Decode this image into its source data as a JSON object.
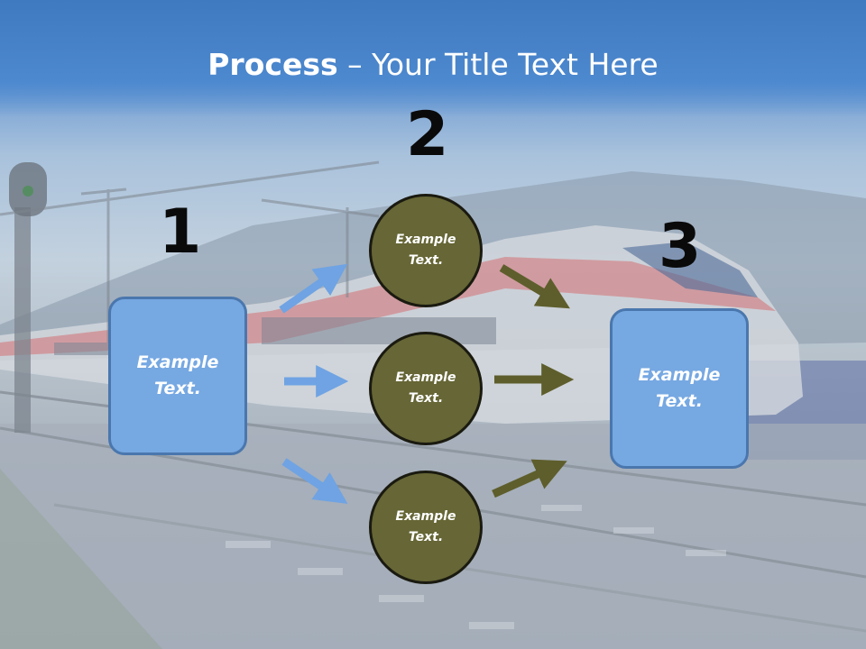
{
  "title": {
    "bold": "Process",
    "rest": " – Your Title Text Here"
  },
  "steps": {
    "one": {
      "number": "1",
      "text": "Example Text."
    },
    "two": {
      "number": "2",
      "circles": [
        "Example Text.",
        "Example Text.",
        "Example Text."
      ]
    },
    "three": {
      "number": "3",
      "text": "Example Text."
    }
  },
  "colors": {
    "title_band": "#4a86cc",
    "box_fill": "#76a8e2",
    "box_border": "#4a77ad",
    "circle_fill": "#666636",
    "blue_arrow": "#6fa3e3",
    "olive_arrow": "#5e5e2c"
  }
}
